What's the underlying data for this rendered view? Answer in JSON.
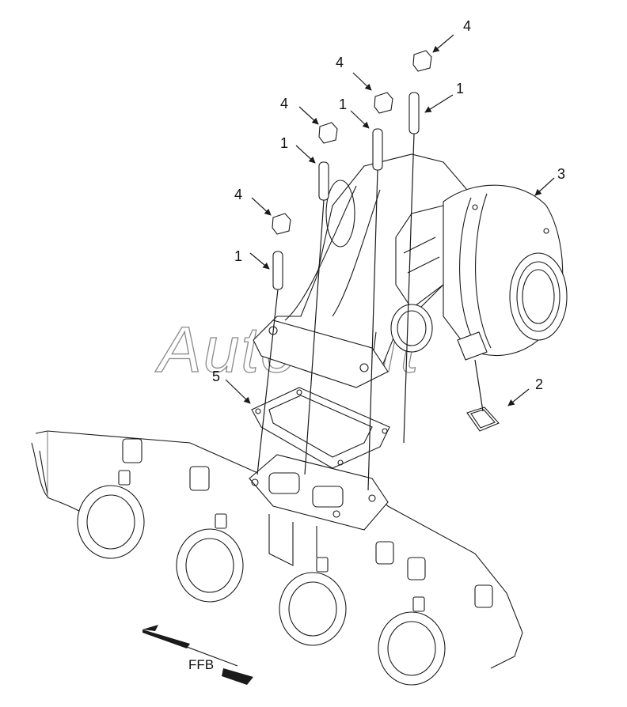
{
  "diagram": {
    "callouts": {
      "c1a": "1",
      "c1b": "1",
      "c1c": "1",
      "c1d": "1",
      "c2": "2",
      "c3": "3",
      "c4a": "4",
      "c4b": "4",
      "c4c": "4",
      "c4d": "4",
      "c5": "5"
    },
    "direction_label": "FFB",
    "watermark": "AutoSoft"
  }
}
